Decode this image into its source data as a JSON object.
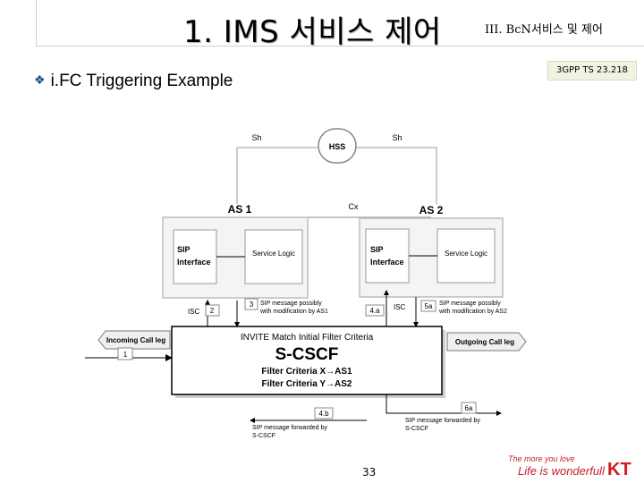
{
  "header": {
    "title": "1. IMS 서비스 제어",
    "section": "III. BcN서비스 및 제어",
    "reference": "3GPP TS 23.218"
  },
  "bullet": "i.FC Triggering Example",
  "diagram": {
    "hss": "HSS",
    "sh_left": "Sh",
    "sh_right": "Sh",
    "cx": "Cx",
    "as1": "AS 1",
    "as2": "AS 2",
    "sip": "SIP",
    "interface": "Interface",
    "service_logic": "Service Logic",
    "isc": "ISC",
    "n1": "1",
    "n2": "2",
    "n3": "3",
    "n4a": "4.a",
    "n4b": "4.b",
    "n5a": "5a",
    "n6a": "6a",
    "msg3_line1": "SIP message possibly",
    "msg3_line2": "with modification by AS1",
    "msg5_line1": "SIP message possibly",
    "msg5_line2": "with modification by AS2",
    "incoming": "Incoming Call leg",
    "outgoing": "Outgoing Call leg",
    "cscf_line1": "INVITE Match Initial Filter Criteria",
    "cscf_name": "S-CSCF",
    "cscf_line3": "Filter Criteria X→AS1",
    "cscf_line4": "Filter Criteria Y→AS2",
    "fwd_left_line1": "SIP message forwarded by",
    "fwd_left_line2": "S-CSCF",
    "fwd_right_line1": "SIP message forwarded by",
    "fwd_right_line2": "S-CSCF"
  },
  "page_number": "33",
  "logo": {
    "tagline": "The more you love",
    "slogan": "Life is wonderfull",
    "brand": "KT"
  }
}
